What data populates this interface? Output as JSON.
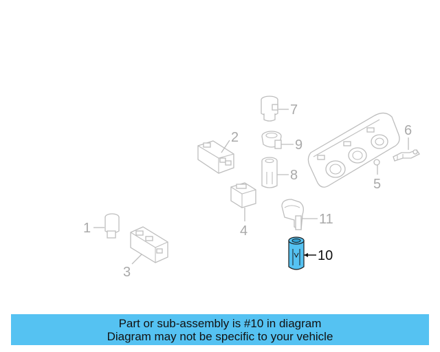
{
  "diagram": {
    "callouts": {
      "c1": "1",
      "c2": "2",
      "c3": "3",
      "c4": "4",
      "c5": "5",
      "c6": "6",
      "c7": "7",
      "c8": "8",
      "c9": "9",
      "c10": "10",
      "c11": "11"
    },
    "highlighted_part": "10",
    "highlight_color": "#55c2f2"
  },
  "banner": {
    "line1": "Part or sub-assembly is #10 in diagram",
    "line2": "Diagram may not be specific to your vehicle",
    "color": "#55c2f2"
  }
}
